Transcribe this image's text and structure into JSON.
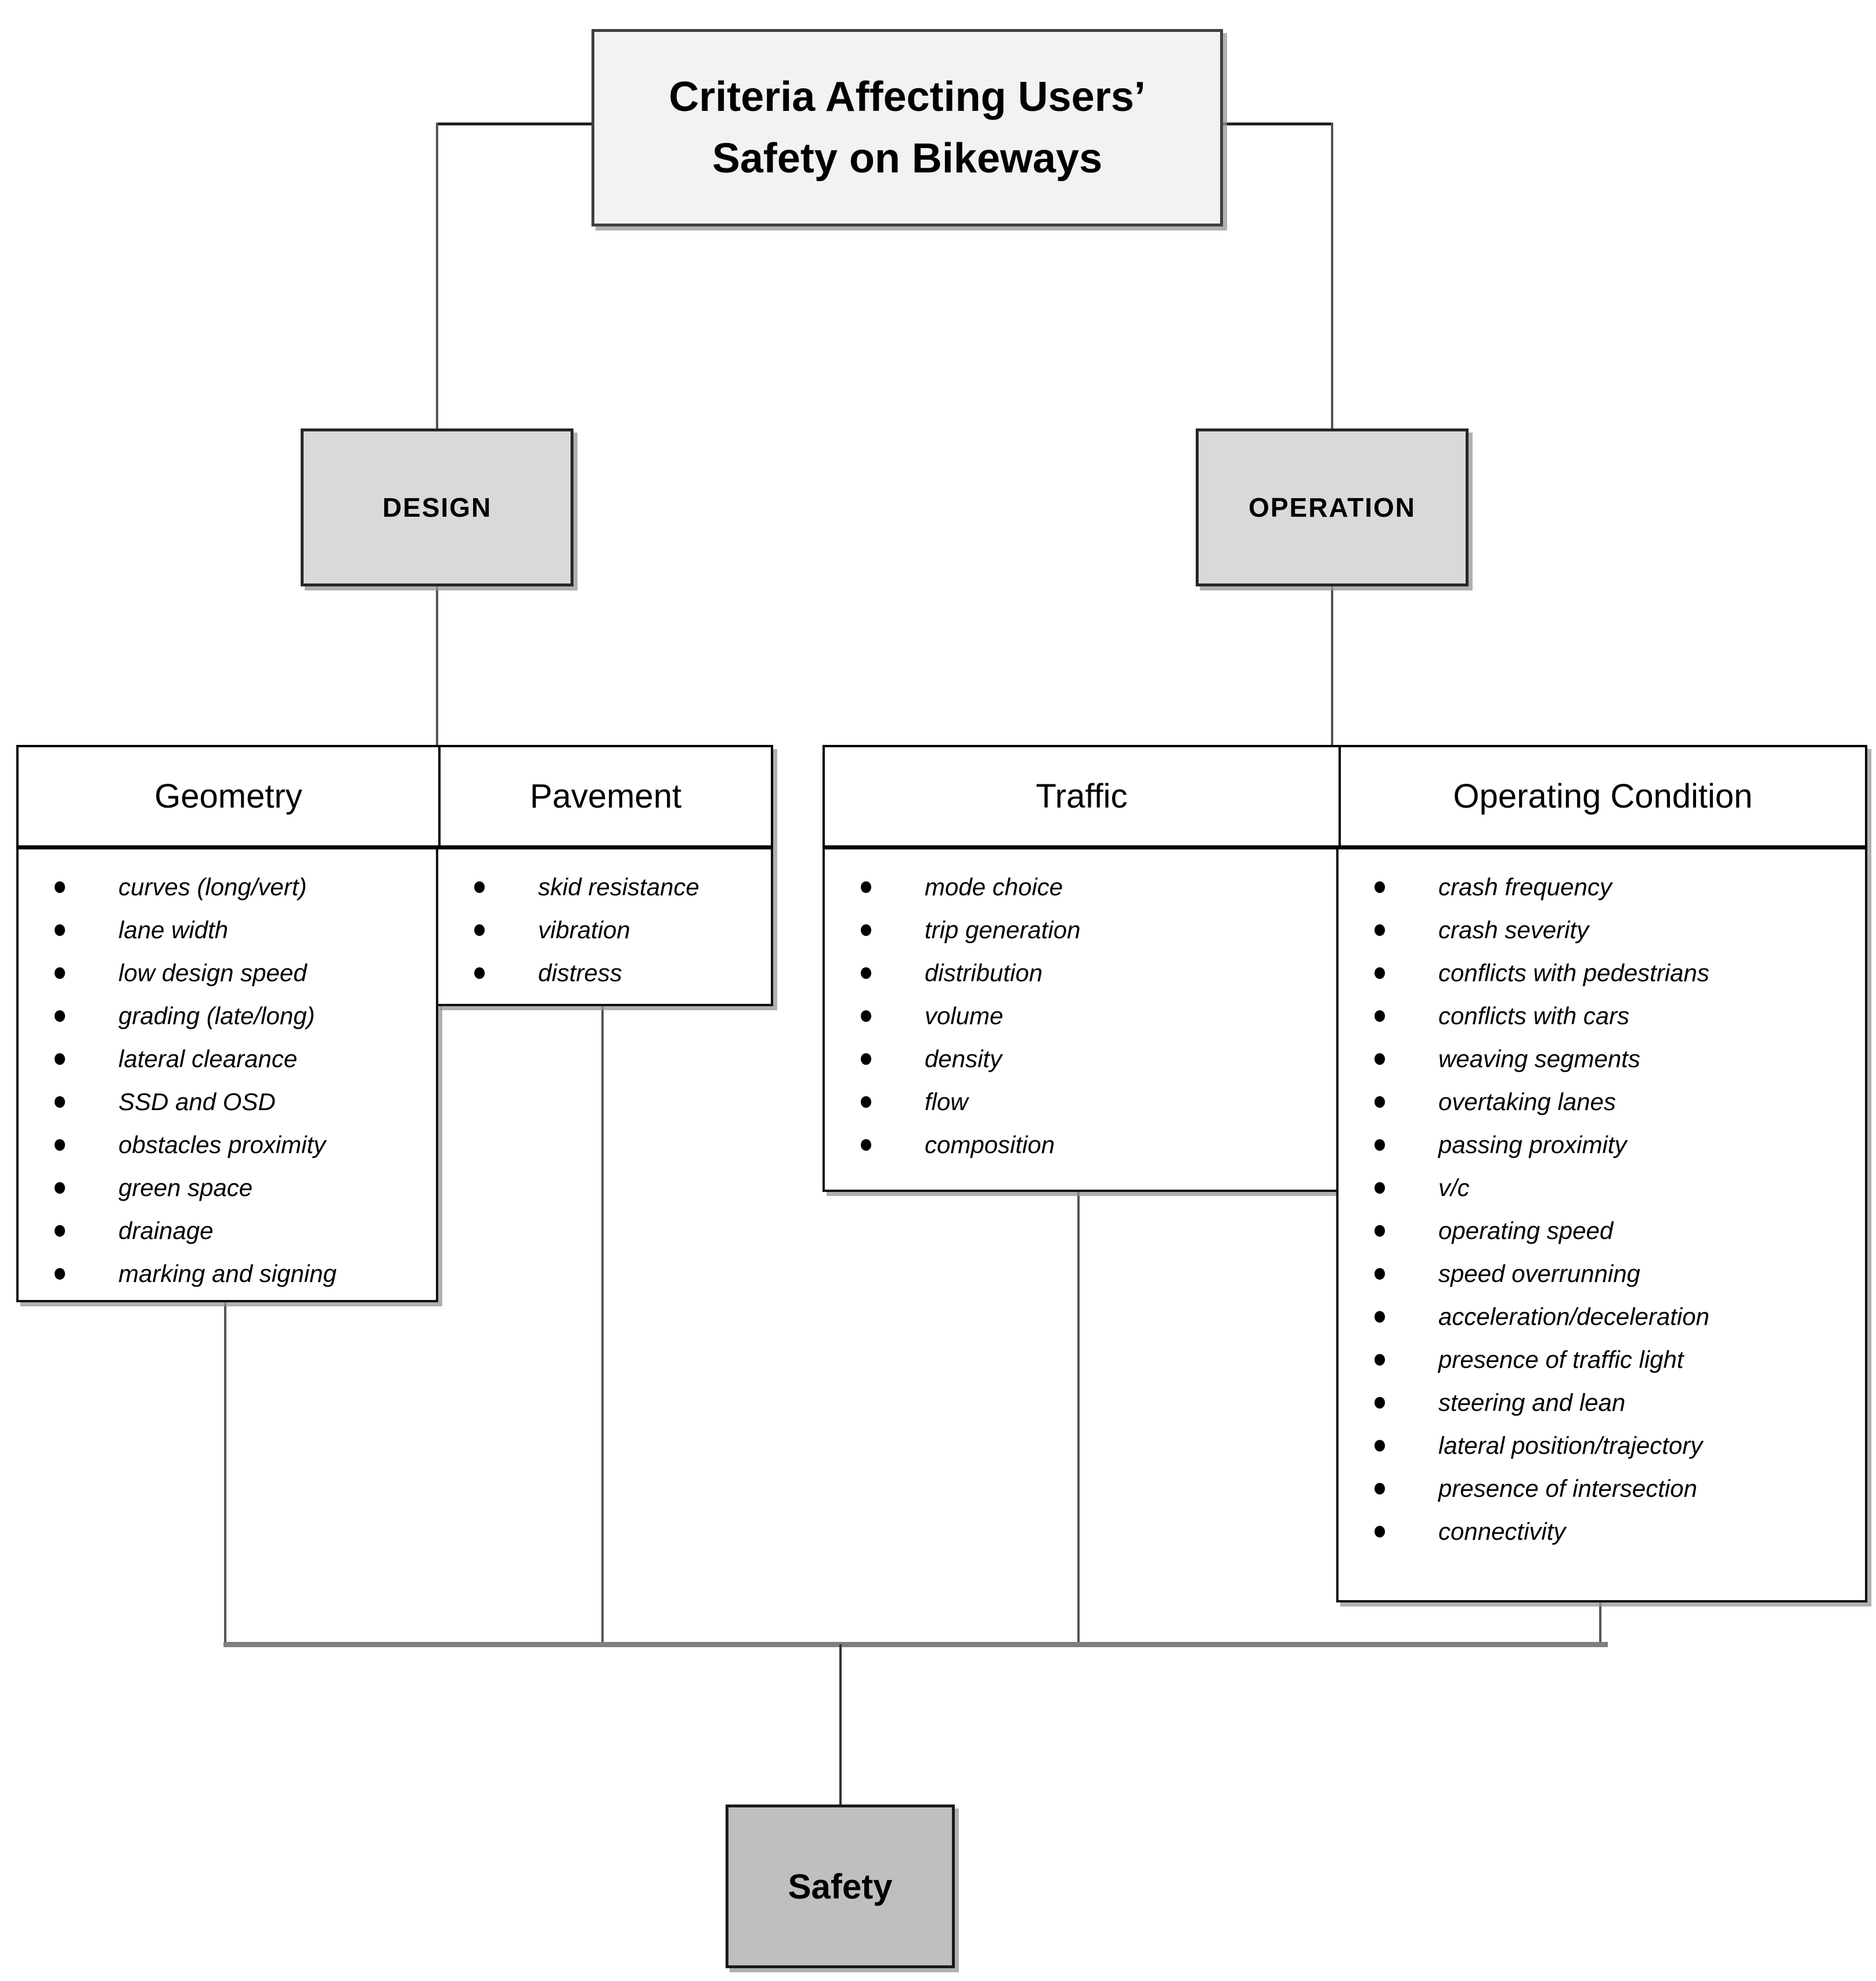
{
  "title": {
    "text": "Criteria Affecting Users’ Safety on Bikeways"
  },
  "branches": [
    {
      "label": "DESIGN"
    },
    {
      "label": "OPERATION"
    }
  ],
  "categories": [
    {
      "header": "Geometry",
      "items": [
        "curves (long/vert)",
        "lane width",
        "low design speed",
        "grading (late/long)",
        "lateral clearance",
        "SSD and OSD",
        "obstacles proximity",
        "green space",
        "drainage",
        "marking and signing"
      ]
    },
    {
      "header": "Pavement",
      "items": [
        "skid resistance",
        "vibration",
        "distress"
      ]
    },
    {
      "header": "Traffic",
      "items": [
        "mode choice",
        "trip generation",
        "distribution",
        "volume",
        "density",
        "flow",
        "composition"
      ]
    },
    {
      "header": "Operating Condition",
      "items": [
        "crash frequency",
        "crash severity",
        "conflicts with pedestrians",
        "conflicts with cars",
        "weaving segments",
        "overtaking lanes",
        "passing proximity",
        "v/c",
        "operating speed",
        "speed overrunning",
        "acceleration/deceleration",
        "presence of traffic light",
        "steering and lean",
        "lateral position/trajectory",
        "presence of intersection",
        "connectivity"
      ]
    }
  ],
  "outcome": {
    "label": "Safety"
  },
  "colors": {
    "title_fill": "#f2f2f2",
    "branch_fill": "#d9d9d9",
    "outcome_fill": "#bfbfbf",
    "cell_fill": "#ffffff",
    "border": "#1a1a1a",
    "bus_line": "#7f7f7f",
    "connector": "#4d4d4d"
  }
}
